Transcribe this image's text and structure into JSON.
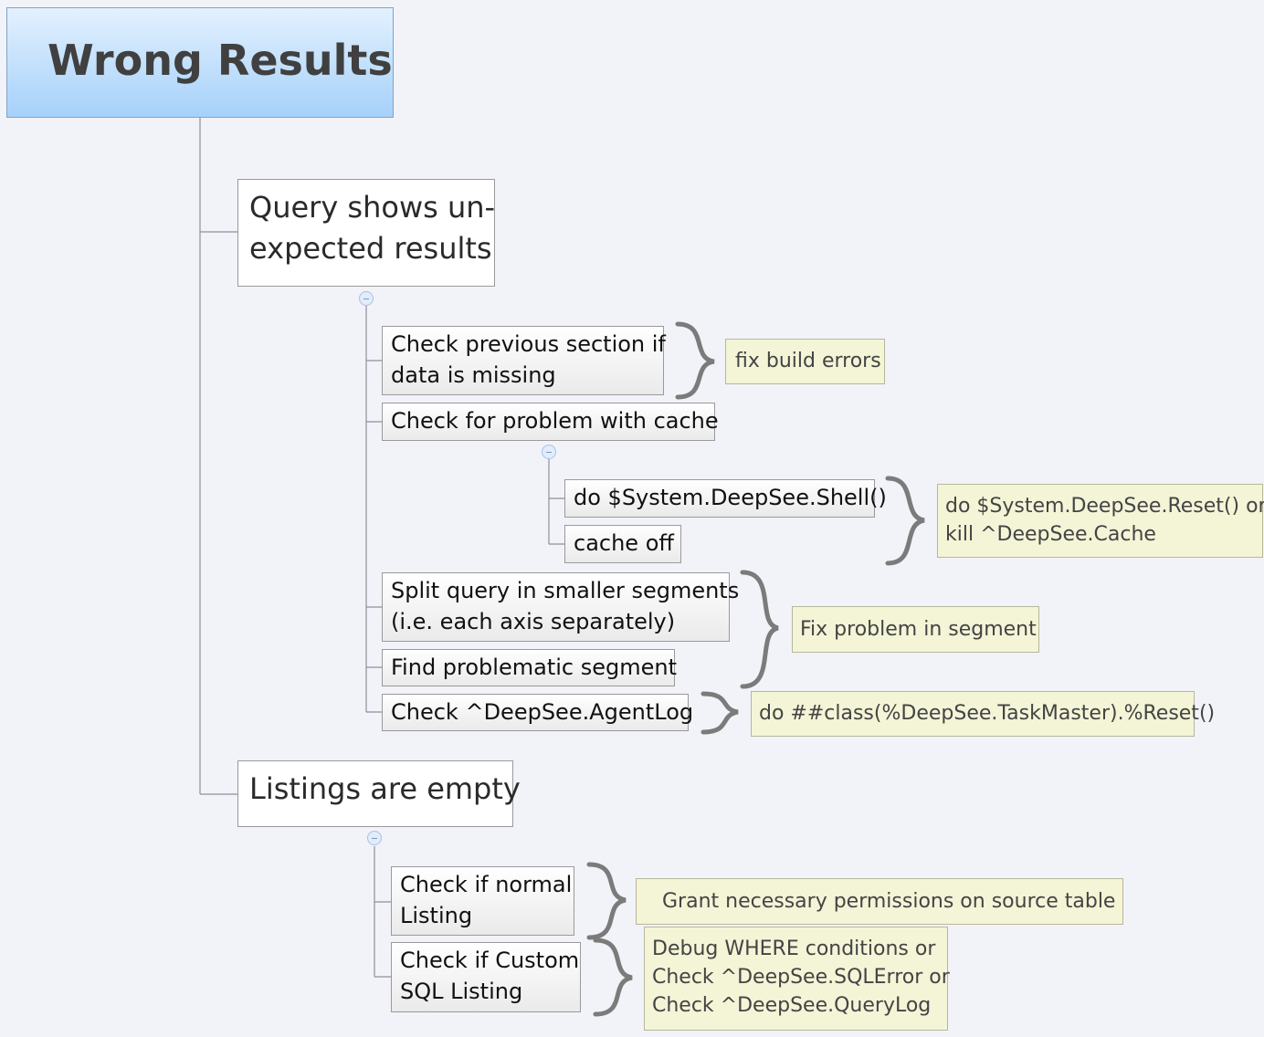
{
  "root": {
    "title": "Wrong Results"
  },
  "query": {
    "title_line1": "Query shows un-",
    "title_line2": "expected results",
    "check_previous": {
      "line1": "Check previous section if",
      "line2": "data is missing"
    },
    "note_build": "fix build errors",
    "check_cache": "Check for problem with cache",
    "shell": "do $System.DeepSee.Shell()",
    "cache_off": "cache off",
    "note_reset": {
      "line1": "do $System.DeepSee.Reset() or",
      "line2": "kill ^DeepSee.Cache"
    },
    "split": {
      "line1": "Split query in smaller segments",
      "line2": "(i.e. each axis separately)"
    },
    "find_segment": "Find problematic segment",
    "note_segment": "Fix problem in segment",
    "agentlog": "Check ^DeepSee.AgentLog",
    "note_taskmaster": "do ##class(%DeepSee.TaskMaster).%Reset()"
  },
  "listings": {
    "title": "Listings are empty",
    "normal": {
      "line1": "Check if normal",
      "line2": "Listing"
    },
    "note_permissions": "Grant necessary permissions on source table",
    "custom": {
      "line1": "Check if Custom",
      "line2": "SQL Listing"
    },
    "note_debug": {
      "line1": "Debug WHERE conditions or",
      "line2": "Check ^DeepSee.SQLError or",
      "line3": "Check ^DeepSee.QueryLog"
    }
  }
}
